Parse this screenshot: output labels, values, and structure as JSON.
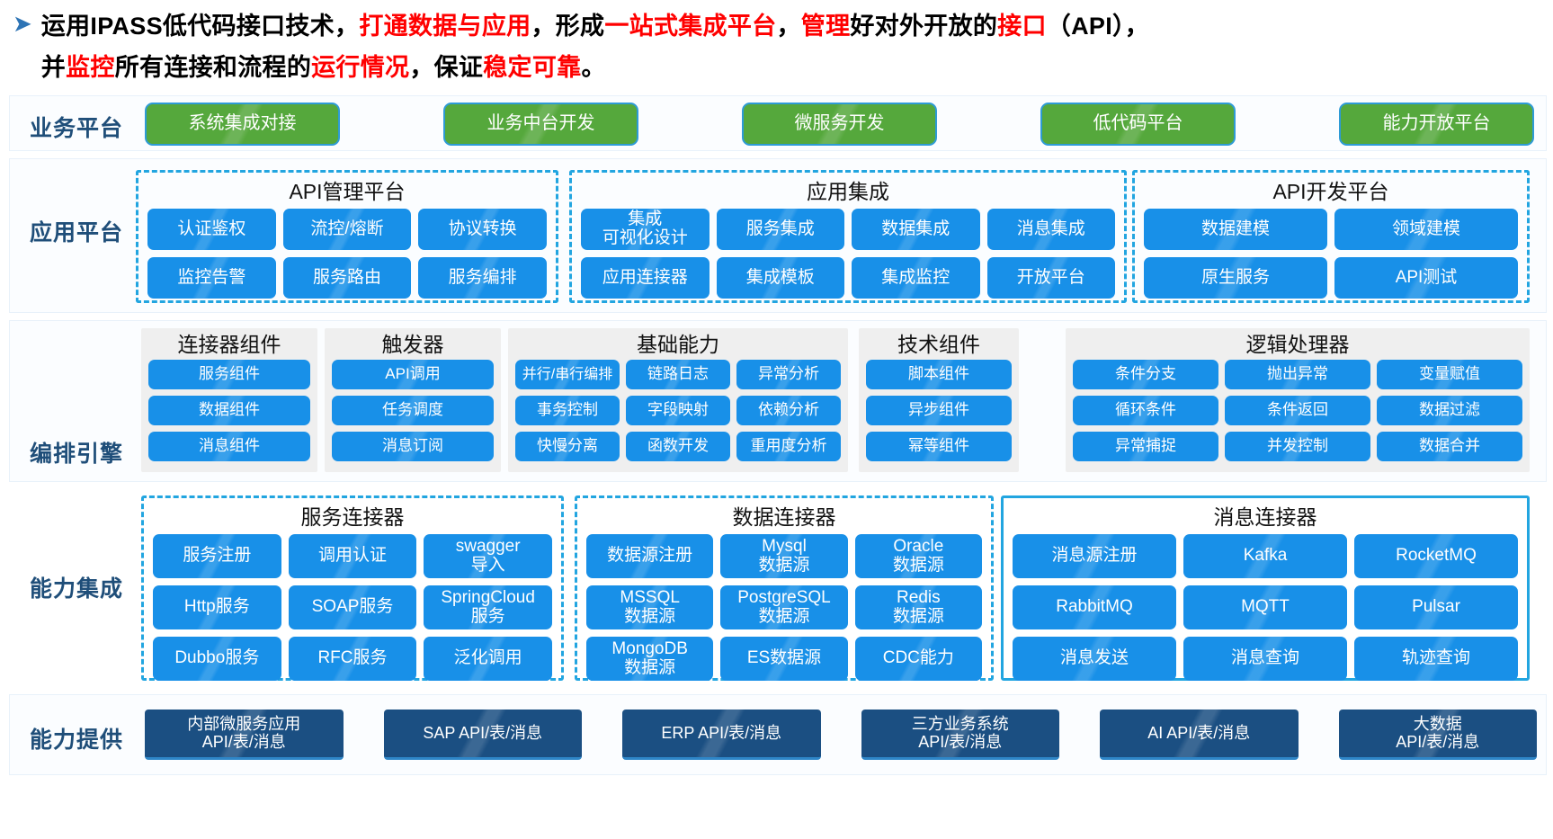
{
  "header": {
    "bullet_icon": "chevron-right-bullet-icon",
    "line1_parts": [
      {
        "t": "运用IPASS低代码接口技术，",
        "c": "black"
      },
      {
        "t": "打通数据与应用",
        "c": "red"
      },
      {
        "t": "，形成",
        "c": "black"
      },
      {
        "t": "一站式集成平台",
        "c": "red"
      },
      {
        "t": "，",
        "c": "black"
      },
      {
        "t": "管理",
        "c": "red"
      },
      {
        "t": "好对外开放的",
        "c": "black"
      },
      {
        "t": "接口",
        "c": "red"
      },
      {
        "t": "（API），",
        "c": "black"
      }
    ],
    "line2_parts": [
      {
        "t": "并",
        "c": "black"
      },
      {
        "t": "监控",
        "c": "red"
      },
      {
        "t": "所有连接和流程的",
        "c": "black"
      },
      {
        "t": "运行情况",
        "c": "red"
      },
      {
        "t": "，保证",
        "c": "black"
      },
      {
        "t": "稳定可靠",
        "c": "red"
      },
      {
        "t": "。",
        "c": "black"
      }
    ]
  },
  "colors": {
    "blue_chip": "#1890e8",
    "green_chip": "#55a83c",
    "navy_chip": "#1b4f82",
    "dashed_border": "#22a5e0",
    "label_text": "#1f4e79",
    "accent_red": "#ff0000"
  },
  "rows": {
    "business_platform": {
      "label": "业务平台",
      "items": [
        "系统集成对接",
        "业务中台开发",
        "微服务开发",
        "低代码平台",
        "能力开放平台"
      ]
    },
    "application_platform": {
      "label": "应用平台",
      "groups": [
        {
          "title": "API管理平台",
          "cols": 3,
          "items": [
            "认证鉴权",
            "流控/熔断",
            "协议转换",
            "监控告警",
            "服务路由",
            "服务编排"
          ]
        },
        {
          "title": "应用集成",
          "cols": 4,
          "items": [
            "集成\n可视化设计",
            "服务集成",
            "数据集成",
            "消息集成",
            "应用连接器",
            "集成模板",
            "集成监控",
            "开放平台"
          ]
        },
        {
          "title": "API开发平台",
          "cols": 2,
          "items": [
            "数据建模",
            "领域建模",
            "原生服务",
            "API测试"
          ]
        }
      ]
    },
    "orchestration_engine": {
      "label": "编排引擎",
      "panels": [
        {
          "title": "连接器组件",
          "cols": 1,
          "items": [
            "服务组件",
            "数据组件",
            "消息组件"
          ]
        },
        {
          "title": "触发器",
          "cols": 1,
          "items": [
            "API调用",
            "任务调度",
            "消息订阅"
          ]
        },
        {
          "title": "基础能力",
          "cols": 3,
          "items": [
            "并行/串行编排",
            "链路日志",
            "异常分析",
            "事务控制",
            "字段映射",
            "依赖分析",
            "快慢分离",
            "函数开发",
            "重用度分析"
          ]
        },
        {
          "title": "技术组件",
          "cols": 1,
          "items": [
            "脚本组件",
            "异步组件",
            "幂等组件"
          ]
        },
        {
          "title": "逻辑处理器",
          "cols": 3,
          "items": [
            "条件分支",
            "抛出异常",
            "变量赋值",
            "循环条件",
            "条件返回",
            "数据过滤",
            "异常捕捉",
            "并发控制",
            "数据合并"
          ]
        }
      ]
    },
    "capability_integration": {
      "label": "能力集成",
      "groups": [
        {
          "title": "服务连接器",
          "style": "dashed",
          "cols": 3,
          "items": [
            "服务注册",
            "调用认证",
            "swagger\n导入",
            "Http服务",
            "SOAP服务",
            "SpringCloud\n服务",
            "Dubbo服务",
            "RFC服务",
            "泛化调用"
          ]
        },
        {
          "title": "数据连接器",
          "style": "dashed",
          "cols": 3,
          "items": [
            "数据源注册",
            "Mysql\n数据源",
            "Oracle\n数据源",
            "MSSQL\n数据源",
            "PostgreSQL\n数据源",
            "Redis\n数据源",
            "MongoDB\n数据源",
            "ES数据源",
            "CDC能力"
          ]
        },
        {
          "title": "消息连接器",
          "style": "solid",
          "cols": 3,
          "items": [
            "消息源注册",
            "Kafka",
            "RocketMQ",
            "RabbitMQ",
            "MQTT",
            "Pulsar",
            "消息发送",
            "消息查询",
            "轨迹查询"
          ]
        }
      ]
    },
    "capability_provision": {
      "label": "能力提供",
      "items": [
        "内部微服务应用\nAPI/表/消息",
        "SAP API/表/消息",
        "ERP API/表/消息",
        "三方业务系统\nAPI/表/消息",
        "AI API/表/消息",
        "大数据\nAPI/表/消息"
      ]
    }
  }
}
